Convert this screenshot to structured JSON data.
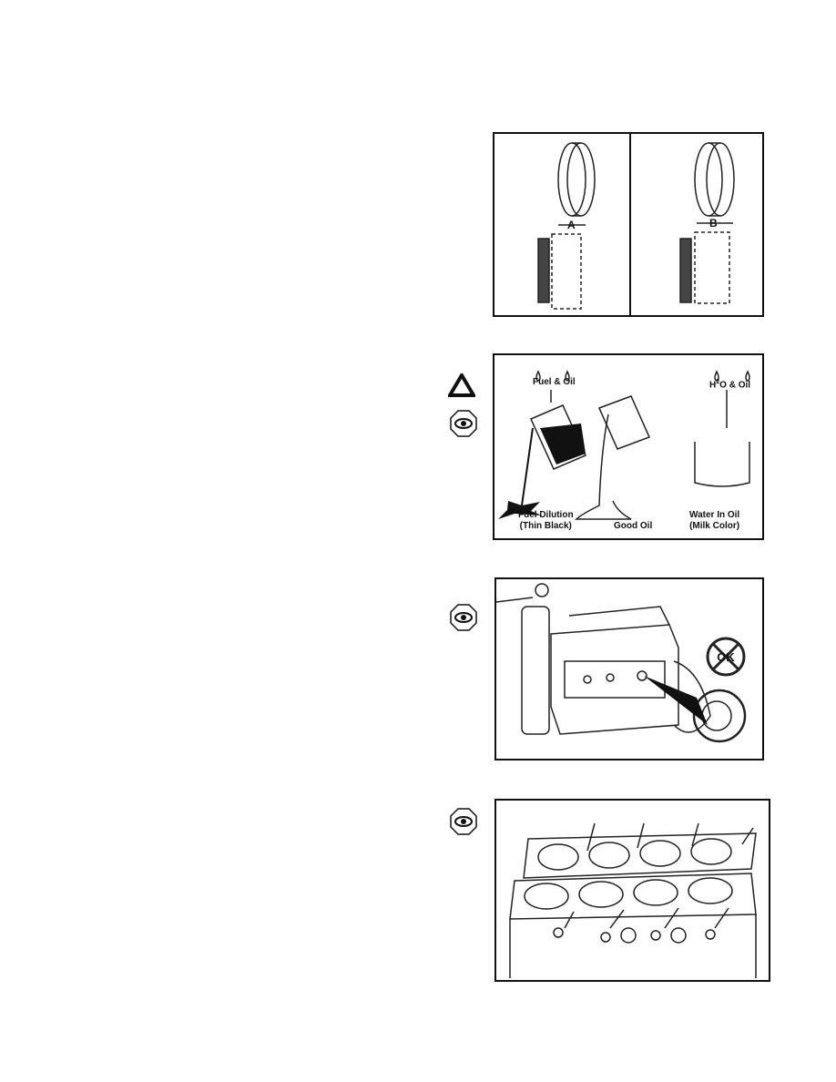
{
  "figure_1": {
    "label_a": "A",
    "label_b": "B"
  },
  "figure_2": {
    "fuel_oil": "Fuel & Oil",
    "h2o_oil_prefix": "H",
    "h2o_oil_sup": "2",
    "h2o_oil_suffix": "O & Oil",
    "fuel_dilution": "Fuel Dilution",
    "fuel_dilution_note": "(Thin Black)",
    "good_oil": "Good Oil",
    "water_in_oil": "Water In Oil",
    "water_in_oil_note": "(Milk Color)"
  },
  "figure_3": {
    "not_ok_symbol": "OK"
  },
  "icons": [
    "caution-triangle-icon",
    "inspect-eye-icon"
  ]
}
